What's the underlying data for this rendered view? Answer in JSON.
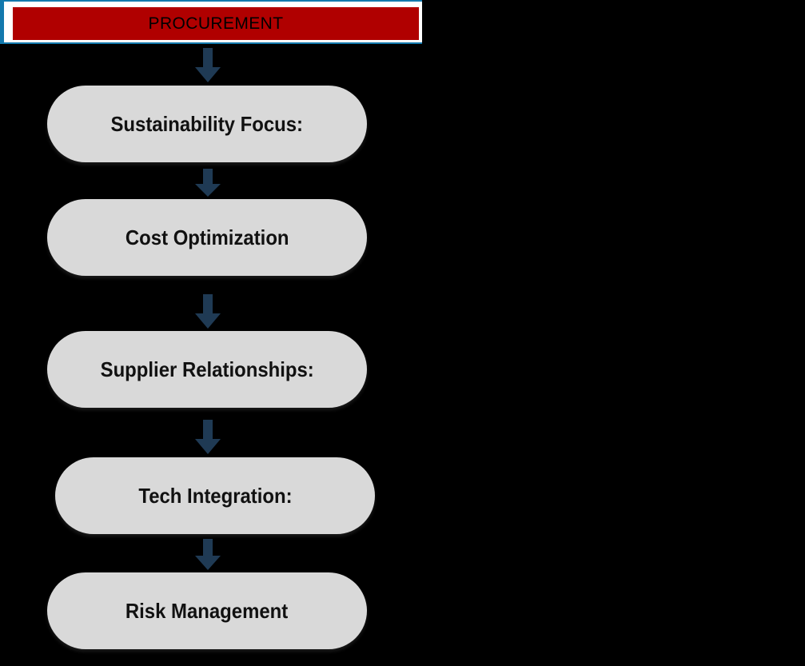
{
  "banner": {
    "title": "PROCUREMENT",
    "fill_color": "#b00000",
    "frame_color": "#ffffff",
    "outer_color": "#1279ad",
    "text_color": "#000000"
  },
  "flow": {
    "background_color": "#000000",
    "node_fill_color": "#d9d9d9",
    "node_text_color": "#111111",
    "arrow_color": "#1f3a54",
    "nodes": [
      {
        "label": "Sustainability Focus:"
      },
      {
        "label": "Cost Optimization"
      },
      {
        "label": "Supplier Relationships:"
      },
      {
        "label": "Tech Integration:"
      },
      {
        "label": "Risk Management"
      }
    ],
    "connectors": [
      {
        "icon": "arrow-down-icon"
      },
      {
        "icon": "arrow-down-icon"
      },
      {
        "icon": "arrow-down-icon"
      },
      {
        "icon": "arrow-down-icon"
      },
      {
        "icon": "arrow-down-icon"
      }
    ]
  }
}
